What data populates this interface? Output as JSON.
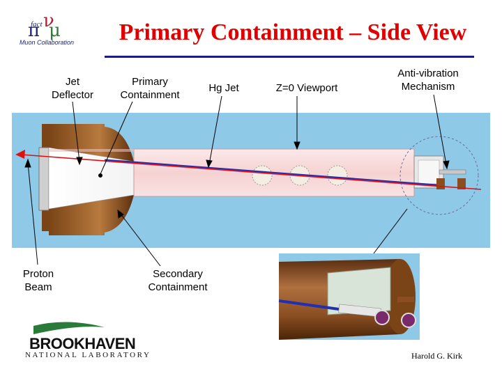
{
  "title": "Primary Containment – Side View",
  "logo": {
    "fact": "fact",
    "sub": "Muon Collaboration"
  },
  "callouts": {
    "jet_deflector": [
      "Jet",
      "Deflector"
    ],
    "primary_containment": [
      "Primary",
      "Containment"
    ],
    "hg_jet": "Hg Jet",
    "viewport": "Z=0 Viewport",
    "antivibration": [
      "Anti-vibration",
      "Mechanism"
    ],
    "proton_beam": [
      "Proton",
      "Beam"
    ],
    "secondary_containment": [
      "Secondary",
      "Containment"
    ]
  },
  "institution": {
    "name": "BROOKHAVEN",
    "sub": "NATIONAL LABORATORY"
  },
  "author": "Harold G. Kirk",
  "colors": {
    "title": "#e00000",
    "rule": "#1a1a8c",
    "background_blue": "#8ec9e8",
    "containment": "#f8dcdc",
    "brass": "#9a5a22",
    "beam": "#e01010",
    "jet": "#2030b0"
  }
}
